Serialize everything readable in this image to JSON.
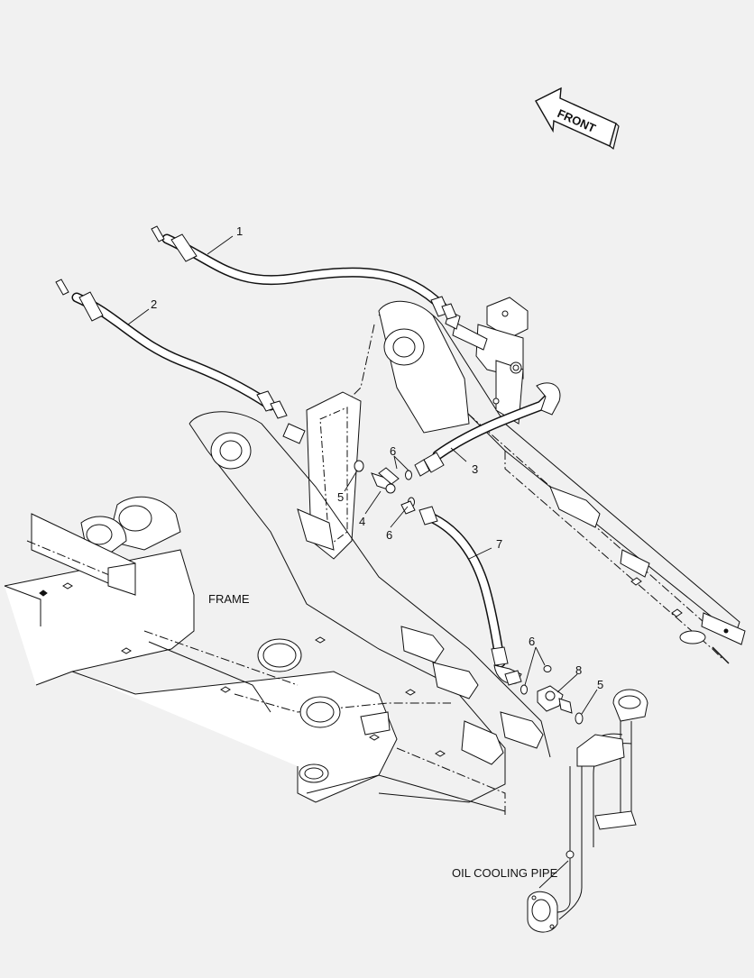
{
  "labels": {
    "front": "FRONT",
    "frame": "FRAME",
    "oil_cooling_pipe": "OIL COOLING PIPE"
  },
  "callouts": {
    "c1": "1",
    "c2": "2",
    "c3": "3",
    "c4": "4",
    "c5a": "5",
    "c5b": "5",
    "c6a": "6",
    "c6b": "6",
    "c6c": "6",
    "c7": "7",
    "c8": "8"
  },
  "colors": {
    "background": "#f1f1f1",
    "line": "#111111",
    "hidden_line": "#666666",
    "hose_fill": "#ffffff"
  }
}
